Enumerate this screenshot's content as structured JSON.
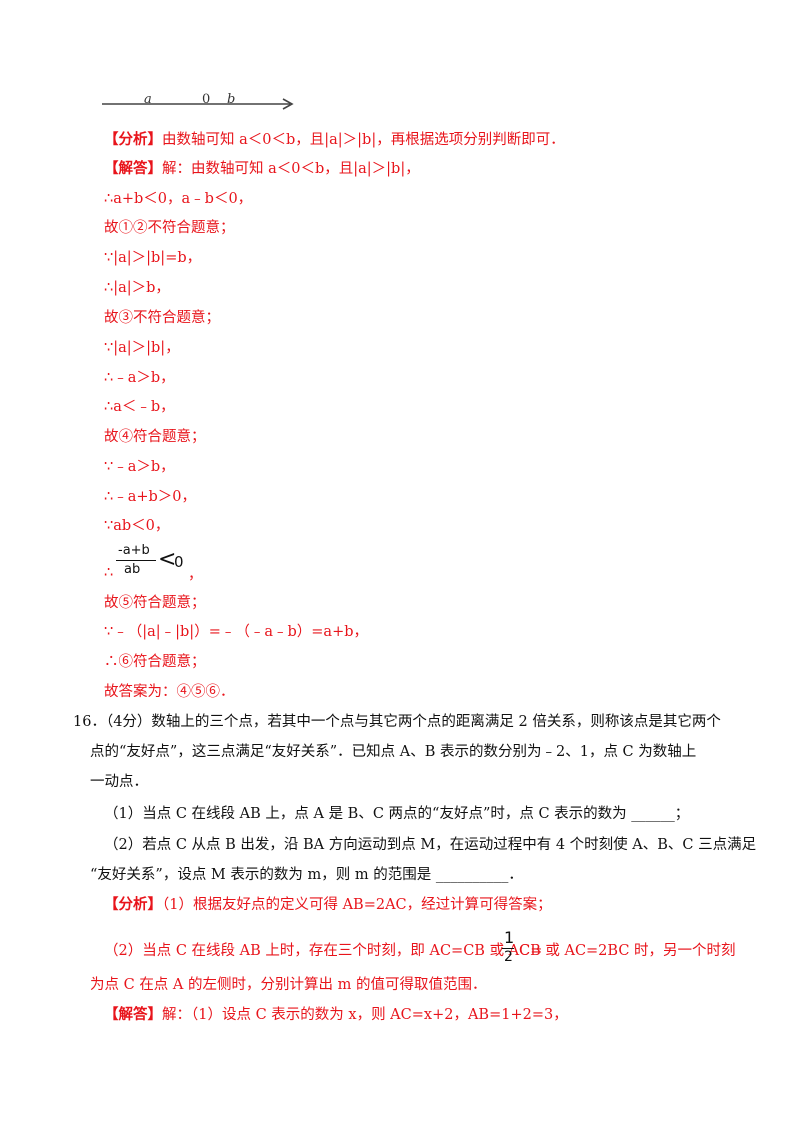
{
  "number_line": {
    "label_a": "a",
    "label_0": "0",
    "label_b": "b"
  },
  "analysis": {
    "tag": "【分析】",
    "text": "由数轴可知 a＜0＜b，且|a|＞|b|，再根据选项分别判断即可．"
  },
  "solution": {
    "tag": "【解答】",
    "text": "解：由数轴可知 a＜0＜b，且|a|＞|b|，"
  },
  "steps": [
    "∴a+b＜0，a﹣b＜0，",
    "故①②不符合题意；",
    "∵|a|＞|b|=b，",
    "∴|a|＞b，",
    "故③不符合题意；",
    "∵|a|＞|b|，",
    "∴﹣a＞b，",
    "∴a＜﹣b，",
    "故④符合题意；",
    "∵﹣a＞b，",
    "∴﹣a+b＞0，",
    "∵ab＜0，"
  ],
  "fraction": {
    "therefore": "∴",
    "numerator": "-a+b",
    "denominator": "ab",
    "relation": "<",
    "zero": "0",
    "comma": "，"
  },
  "steps2": [
    "故⑤符合题意；",
    "∵﹣（|a|﹣|b|）=﹣（﹣a﹣b）=a+b，",
    "∴⑥符合题意；",
    "故答案为：④⑤⑥．"
  ],
  "q16": {
    "line1": "16．（4分）数轴上的三个点，若其中一个点与其它两个点的距离满足 2 倍关系，则称该点是其它两个",
    "line2": "点的“友好点”，这三点满足“友好关系”．已知点 A、B 表示的数分别为﹣2、1，点 C 为数轴上",
    "line3": "一动点．",
    "part1": "（1）当点 C 在线段 AB 上，点 A 是 B、C 两点的“友好点”时，点 C 表示的数为 ______；",
    "part2a": "（2）若点 C 从点 B 出发，沿 BA 方向运动到点 M，在运动过程中有 4 个时刻使 A、B、C 三点满足",
    "part2b": "“友好关系”，设点 M 表示的数为 m，则 m 的范围是 __________．"
  },
  "analysis2": {
    "tag": "【分析】",
    "text": "（1）根据友好点的定义可得 AB=2AC，经过计算可得答案；",
    "line2a": "（2）当点 C 在线段 AB 上时，存在三个时刻，即 AC=CB 或 AC=",
    "half_num": "1",
    "half_den": "2",
    "line2b": "CB 或 AC=2BC 时，另一个时刻",
    "line3": "为点 C 在点 A 的左侧时，分别计算出 m 的值可得取值范围．"
  },
  "solution2": {
    "tag": "【解答】",
    "text": "解：（1）设点 C 表示的数为 x，则 AC=x+2，AB=1+2=3，"
  }
}
